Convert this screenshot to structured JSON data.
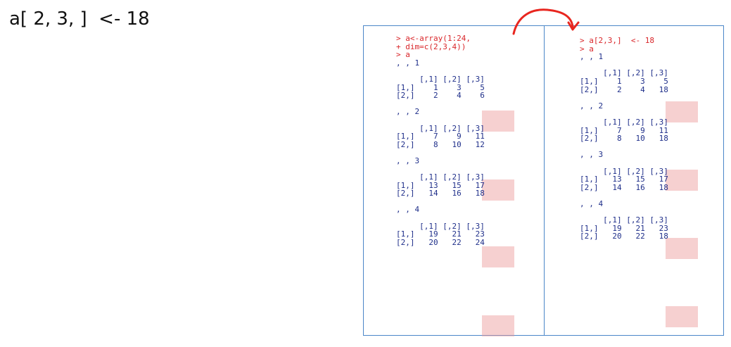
{
  "title": "a[ 2, 3, ]  <- 18",
  "left_console": [
    {
      "t": "> a<-array(1:24,",
      "k": "cmd"
    },
    {
      "t": "+ dim=c(2,3,4))",
      "k": "cmd"
    },
    {
      "t": "> a",
      "k": "cmd"
    },
    {
      "t": ", , 1",
      "k": "out"
    },
    {
      "t": "",
      "k": "out"
    },
    {
      "t": "     [,1] [,2] [,3]",
      "k": "out"
    },
    {
      "t": "[1,]    1    3    5",
      "k": "out"
    },
    {
      "t": "[2,]    2    4    6",
      "k": "out"
    },
    {
      "t": "",
      "k": "out"
    },
    {
      "t": ", , 2",
      "k": "out"
    },
    {
      "t": "",
      "k": "out"
    },
    {
      "t": "     [,1] [,2] [,3]",
      "k": "out"
    },
    {
      "t": "[1,]    7    9   11",
      "k": "out"
    },
    {
      "t": "[2,]    8   10   12",
      "k": "out"
    },
    {
      "t": "",
      "k": "out"
    },
    {
      "t": ", , 3",
      "k": "out"
    },
    {
      "t": "",
      "k": "out"
    },
    {
      "t": "     [,1] [,2] [,3]",
      "k": "out"
    },
    {
      "t": "[1,]   13   15   17",
      "k": "out"
    },
    {
      "t": "[2,]   14   16   18",
      "k": "out"
    },
    {
      "t": "",
      "k": "out"
    },
    {
      "t": ", , 4",
      "k": "out"
    },
    {
      "t": "",
      "k": "out"
    },
    {
      "t": "     [,1] [,2] [,3]",
      "k": "out"
    },
    {
      "t": "[1,]   19   21   23",
      "k": "out"
    },
    {
      "t": "[2,]   20   22   24",
      "k": "out"
    }
  ],
  "right_console": [
    {
      "t": "> a[2,3,]  <- 18",
      "k": "cmd"
    },
    {
      "t": "> a",
      "k": "cmd"
    },
    {
      "t": ", , 1",
      "k": "out"
    },
    {
      "t": "",
      "k": "out"
    },
    {
      "t": "     [,1] [,2] [,3]",
      "k": "out"
    },
    {
      "t": "[1,]    1    3    5",
      "k": "out"
    },
    {
      "t": "[2,]    2    4   18",
      "k": "out"
    },
    {
      "t": "",
      "k": "out"
    },
    {
      "t": ", , 2",
      "k": "out"
    },
    {
      "t": "",
      "k": "out"
    },
    {
      "t": "     [,1] [,2] [,3]",
      "k": "out"
    },
    {
      "t": "[1,]    7    9   11",
      "k": "out"
    },
    {
      "t": "[2,]    8   10   18",
      "k": "out"
    },
    {
      "t": "",
      "k": "out"
    },
    {
      "t": ", , 3",
      "k": "out"
    },
    {
      "t": "",
      "k": "out"
    },
    {
      "t": "     [,1] [,2] [,3]",
      "k": "out"
    },
    {
      "t": "[1,]   13   15   17",
      "k": "out"
    },
    {
      "t": "[2,]   14   16   18",
      "k": "out"
    },
    {
      "t": "",
      "k": "out"
    },
    {
      "t": ", , 4",
      "k": "out"
    },
    {
      "t": "",
      "k": "out"
    },
    {
      "t": "     [,1] [,2] [,3]",
      "k": "out"
    },
    {
      "t": "[1,]   19   21   23",
      "k": "out"
    },
    {
      "t": "[2,]   20   22   18",
      "k": "out"
    }
  ],
  "colors": {
    "command": "#d9262a",
    "output": "#1f2f8a",
    "panel_border": "#4a86c8",
    "highlight": "#f4caca",
    "arrow": "#e8261f"
  }
}
